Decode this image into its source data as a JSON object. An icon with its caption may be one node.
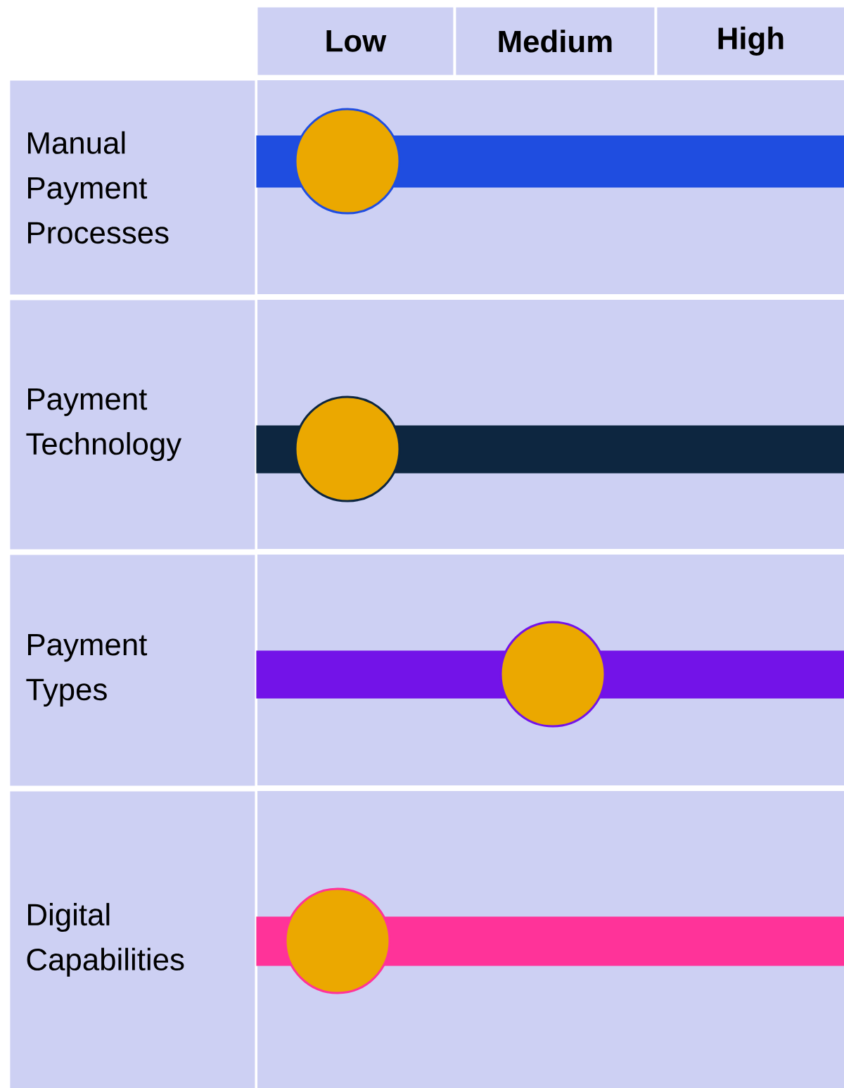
{
  "diagram": {
    "nodes": [
      {
        "text": [
          "Low"
        ]
      },
      {
        "text": [
          "Medium"
        ]
      },
      {
        "text": [
          "High"
        ]
      },
      {
        "text": [
          "Manual Payment Processes"
        ]
      },
      {
        "text": [],
        "shape": "bar"
      },
      {
        "text": [],
        "shape": "circle"
      },
      {
        "text": [
          "Payment Technology"
        ]
      },
      {
        "text": [],
        "shape": "bar"
      },
      {
        "text": [],
        "shape": "circle"
      },
      {
        "text": [
          "Payment Types"
        ]
      },
      {
        "text": [],
        "shape": "bar"
      },
      {
        "text": [],
        "shape": "circle"
      },
      {
        "text": [
          "Digital Capabilities"
        ]
      },
      {
        "text": [],
        "shape": "bar"
      },
      {
        "text": [],
        "shape": "circle"
      }
    ]
  }
}
